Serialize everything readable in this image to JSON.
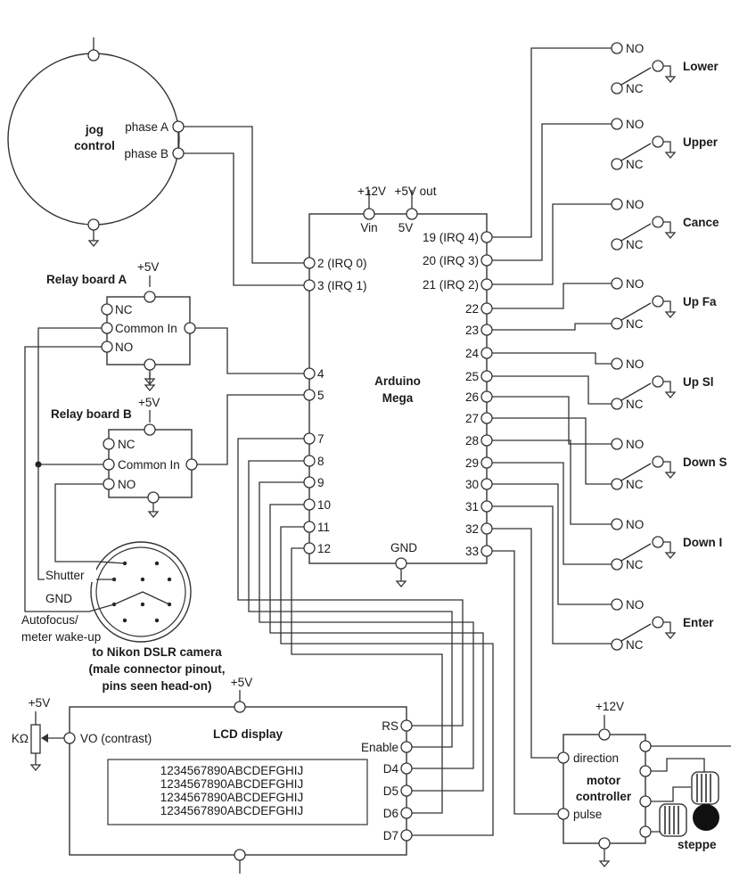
{
  "jog": {
    "title_line1": "jog",
    "title_line2": "control",
    "phase_a": "phase A",
    "phase_b": "phase B"
  },
  "arduino": {
    "name_line1": "Arduino",
    "name_line2": "Mega",
    "top_labels": [
      "+12V",
      "+5V out",
      "Vin",
      "5V"
    ],
    "gnd": "GND",
    "left_pins": [
      "2 (IRQ 0)",
      "3 (IRQ 1)",
      "4",
      "5",
      "7",
      "8",
      "9",
      "10",
      "11",
      "12"
    ],
    "right_pins": [
      "19 (IRQ 4)",
      "20 (IRQ 3)",
      "21 (IRQ 2)",
      "22",
      "23",
      "24",
      "25",
      "26",
      "27",
      "28",
      "29",
      "30",
      "31",
      "32",
      "33"
    ]
  },
  "relay_a": {
    "title": "Relay board A",
    "supply": "+5V",
    "nc": "NC",
    "common": "Common In",
    "no": "NO"
  },
  "relay_b": {
    "title": "Relay board B",
    "supply": "+5V",
    "nc": "NC",
    "common": "Common In",
    "no": "NO"
  },
  "camera": {
    "shutter": "Shutter",
    "gnd": "GND",
    "autofocus_line1": "Autofocus/",
    "autofocus_line2": "meter wake-up",
    "caption_line1": "to Nikon DSLR camera",
    "caption_line2": "(male connector pinout,",
    "caption_line3": "pins seen head-on)"
  },
  "switches": [
    {
      "name": "Lower",
      "no": "NO",
      "nc": "NC"
    },
    {
      "name": "Upper",
      "no": "NO",
      "nc": "NC"
    },
    {
      "name": "Cance",
      "no": "NO",
      "nc": "NC"
    },
    {
      "name": "Up Fa",
      "no": "NO",
      "nc": "NC"
    },
    {
      "name": "Up Sl",
      "no": "NO",
      "nc": "NC"
    },
    {
      "name": "Down S",
      "no": "NO",
      "nc": "NC"
    },
    {
      "name": "Down I",
      "no": "NO",
      "nc": "NC"
    },
    {
      "name": "Enter",
      "no": "NO",
      "nc": "NC"
    }
  ],
  "lcd": {
    "title": "LCD display",
    "supply": "+5V",
    "pot_supply": "+5V",
    "pot_label": "KΩ",
    "vo": "VO (contrast)",
    "pins": [
      "RS",
      "Enable",
      "D4",
      "D5",
      "D6",
      "D7"
    ],
    "screen_lines": [
      "1234567890ABCDEFGHIJ",
      "1234567890ABCDEFGHIJ",
      "1234567890ABCDEFGHIJ",
      "1234567890ABCDEFGHIJ"
    ]
  },
  "motor": {
    "supply": "+12V",
    "name_line1": "motor",
    "name_line2": "controller",
    "direction": "direction",
    "pulse": "pulse",
    "stepper": "steppe"
  }
}
